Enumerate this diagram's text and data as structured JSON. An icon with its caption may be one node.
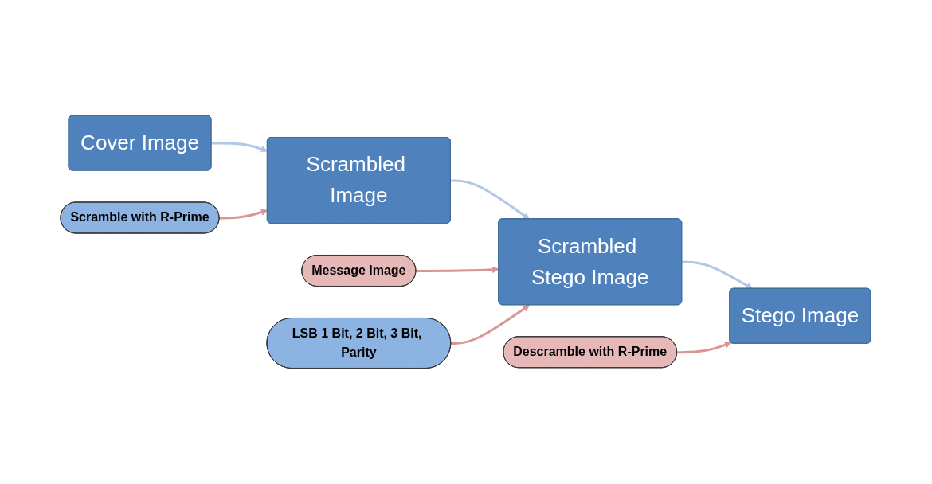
{
  "diagram": {
    "nodes": [
      {
        "text": [
          "Cover Image"
        ]
      },
      {
        "text": [
          "Scrambled Image"
        ]
      },
      {
        "text": [
          "Scrambled Stego Image"
        ]
      },
      {
        "text": [
          "Stego Image"
        ]
      },
      {
        "text": [
          "Message Image"
        ]
      },
      {
        "text": [
          "Scramble with R-Prime"
        ]
      },
      {
        "text": [
          "LSB 1 Bit, 2 Bit, 3 Bit, Parity"
        ]
      },
      {
        "text": [
          "Descramble with R-Prime"
        ]
      }
    ],
    "edges": [
      {
        "from": 0,
        "to": 1,
        "arrow": "to",
        "color": "#b3c6e7"
      },
      {
        "from": 1,
        "to": 2,
        "arrow": "to",
        "color": "#b3c6e7"
      },
      {
        "from": 2,
        "to": 3,
        "arrow": "to",
        "color": "#b3c6e7"
      },
      {
        "from": 4,
        "to": 2,
        "arrow": "to"
      },
      {
        "from": 5,
        "to": 1,
        "arrow": "to"
      },
      {
        "from": 6,
        "to": 2,
        "arrow": "to"
      },
      {
        "from": 7,
        "to": 3,
        "arrow": "to"
      }
    ]
  }
}
